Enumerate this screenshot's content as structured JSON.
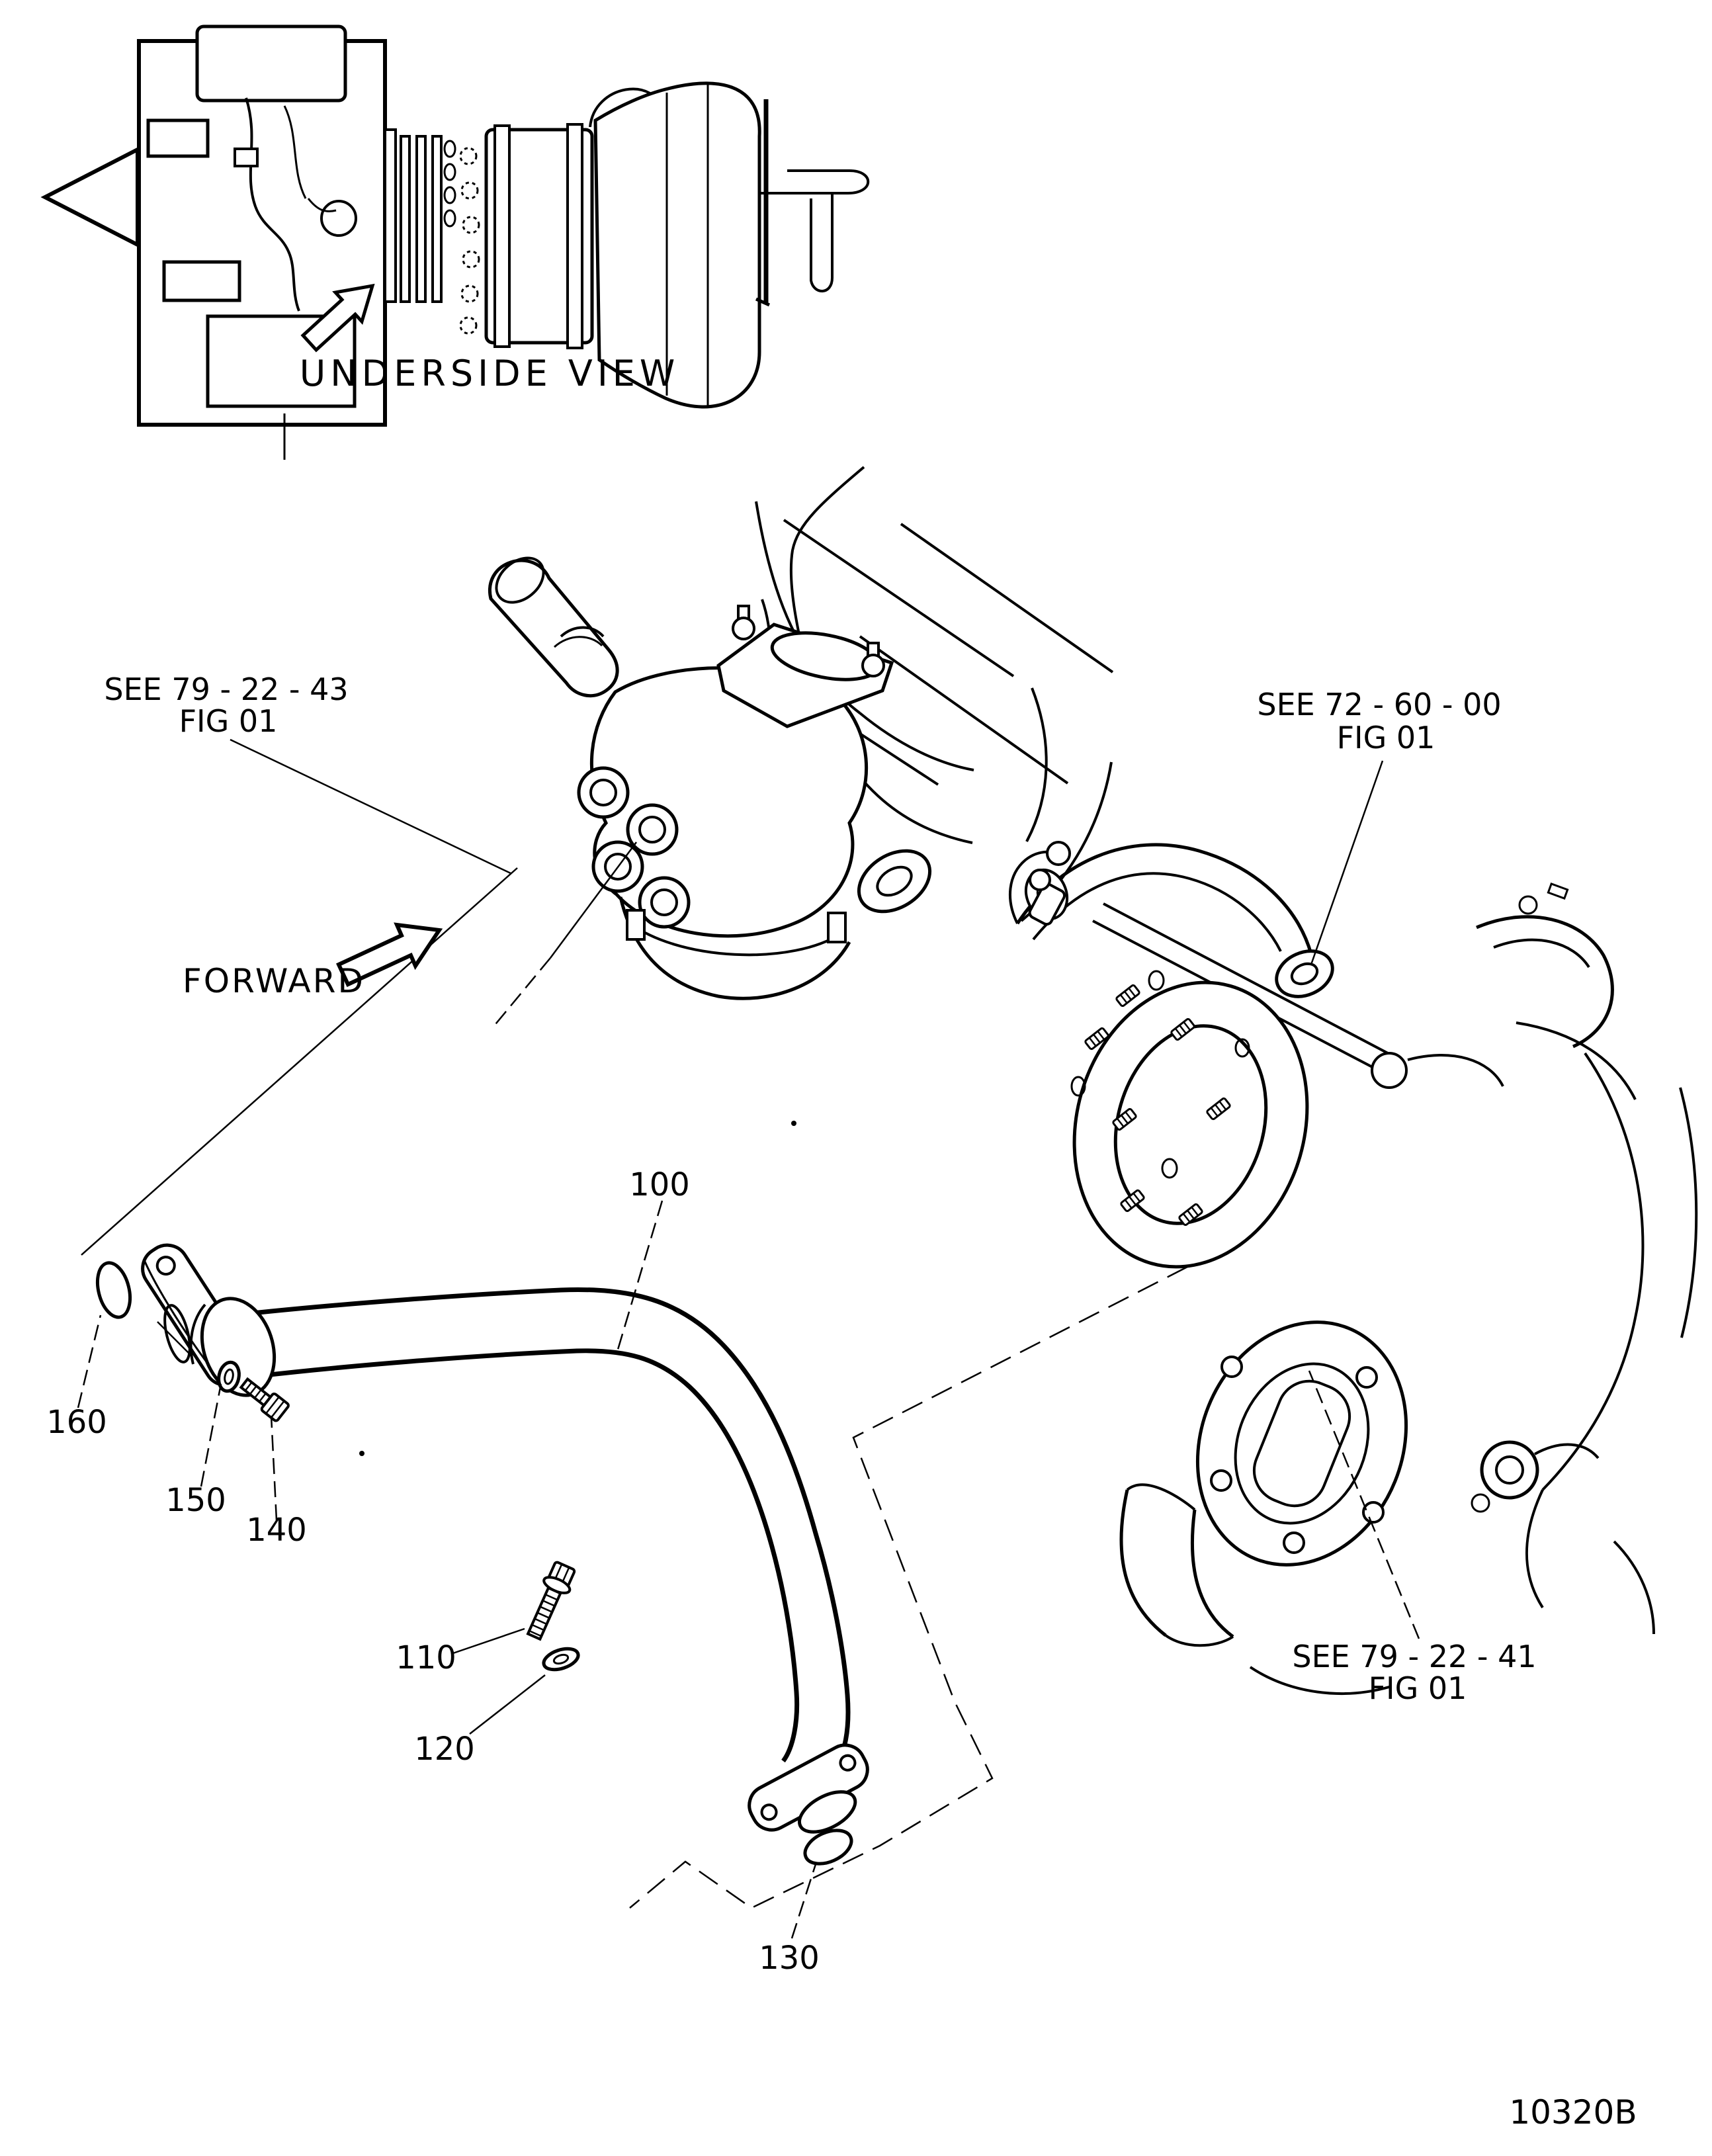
{
  "page": {
    "drawing_code": "10320B"
  },
  "thumbnail": {
    "caption": "UNDERSIDE VIEW"
  },
  "orientation": {
    "forward_label": "FORWARD"
  },
  "callouts": {
    "c43": {
      "line1": "SEE 79 - 22 - 43",
      "line2": "FIG 01"
    },
    "c00": {
      "line1": "SEE 72 - 60 - 00",
      "line2": "FIG 01"
    },
    "c41": {
      "line1": "SEE 79 - 22 - 41",
      "line2": "FIG 01"
    }
  },
  "part_labels": {
    "p100": "100",
    "p110": "110",
    "p120": "120",
    "p130": "130",
    "p140": "140",
    "p150": "150",
    "p160": "160"
  }
}
